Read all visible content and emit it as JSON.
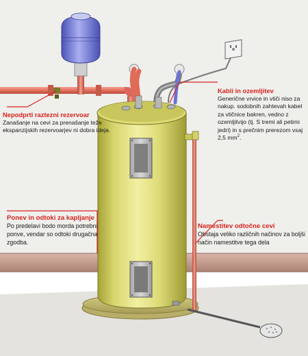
{
  "callouts": {
    "expansion_tank": {
      "title": "Nepodprti raztezni rezervoar",
      "text": "Zanašanje na cevi za prenašanje teže ekspanzijskih rezervoarjev ni dobra ideja."
    },
    "cables": {
      "title": "Kabli in ozemljitev",
      "text": "Generične vrvice in vtiči niso za nakup. sodobnih zahtevah kabel za vtičnice bakren, vedno z ozemljitvijo (tj. S tremi ali petimi jedri) in s prečnim prerezom vsaj 2,5 mm",
      "superscript": "2",
      "suffix": "."
    },
    "drain_pan": {
      "title": "Ponev in odtoki za kapljanje",
      "text": "Po predelavi bodo morda potrebni ponve, vendar so odtoki drugačna zgodba."
    },
    "drain_valve": {
      "title": "Namestitev odtočne cevi",
      "text": "Obstaja veliko različnih načinov za boljši način namestitve tega dela"
    }
  },
  "colors": {
    "callout_title": "#d8231f",
    "leader_line": "#d8231f",
    "tank_body": "#e2e07a",
    "hot_pipe": "#e87866",
    "flex_hose": "#8d8d8d",
    "expansion_tank": "#7f86de",
    "wall_band": "#c4a093",
    "background_wall": "#ecebe7"
  },
  "icons": {
    "expansion_tank": "blue-expansion-tank",
    "outlet": "electrical-outlet-icon",
    "drain_head": "drain-strainer-icon"
  }
}
